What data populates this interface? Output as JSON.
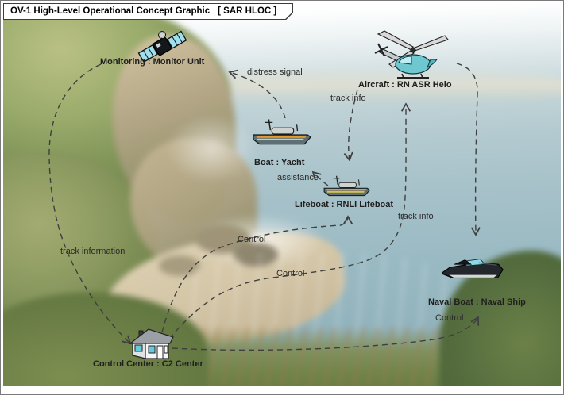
{
  "frame": {
    "title": "OV-1 High-Level Operational Concept Graphic",
    "tag": "[ SAR HLOC ]"
  },
  "nodes": [
    {
      "label": "Monitoring : Monitor Unit",
      "icon": "satellite-icon"
    },
    {
      "label": "Aircraft : RN ASR Helo",
      "icon": "helicopter-icon"
    },
    {
      "label": "Boat : Yacht",
      "icon": "yacht-icon"
    },
    {
      "label": "Lifeboat : RNLI Lifeboat",
      "icon": "lifeboat-icon"
    },
    {
      "label": "Naval Boat : Naval Ship",
      "icon": "speedboat-icon"
    },
    {
      "label": "Control Center : C2 Center",
      "icon": "house-icon"
    }
  ],
  "flows": [
    {
      "label": "distress signal",
      "from": "Boat : Yacht",
      "to": "Monitoring : Monitor Unit"
    },
    {
      "label": "track information",
      "from": "Monitoring : Monitor Unit",
      "to": "Control Center : C2 Center"
    },
    {
      "label": "track info",
      "from": "Aircraft : RN ASR Helo",
      "to": "Lifeboat : RNLI Lifeboat"
    },
    {
      "label": "assistance",
      "from": "Lifeboat : RNLI Lifeboat",
      "to": "Boat : Yacht"
    },
    {
      "label": "Control",
      "from": "Control Center : C2 Center",
      "to": "Lifeboat : RNLI Lifeboat"
    },
    {
      "label": "Control",
      "from": "Control Center : C2 Center",
      "to": "Aircraft : RN ASR Helo"
    },
    {
      "label": "track info",
      "from": "Naval Boat : Naval Ship",
      "to": "Aircraft : RN ASR Helo"
    },
    {
      "label": "Control",
      "from": "Control Center : C2 Center",
      "to": "Naval Boat : Naval Ship"
    }
  ],
  "colors": {
    "connector": "#3f3f3f",
    "label_text": "#1f1f1f",
    "icon_cyan": "#8fd8e6",
    "hull_orange": "#e09a36",
    "sea": "#9cbac4"
  }
}
